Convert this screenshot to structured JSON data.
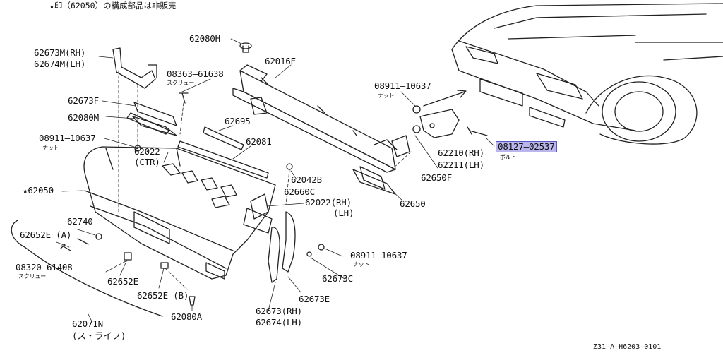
{
  "header_note": "★印（62050）の構成部品は非販売",
  "reference_code": "Z31–A–H6203–0101",
  "highlight_color": "#b8b6ec",
  "labels": {
    "p62673M": "62673M(RH)",
    "p62674M": "62674M(LH)",
    "p62080H": "62080H",
    "p62016E": "62016E",
    "p08363": "08363–61638",
    "p08363_sub": "スクリュー",
    "p62673F": "62673F",
    "p62080M": "62080M",
    "p08911a": "08911–10637",
    "p08911a_sub": "ナット",
    "p62695": "62695",
    "p62081": "62081",
    "p62022ctr": "62022",
    "p62022ctr2": "(CTR)",
    "p62050": "★62050",
    "p62042B": "62042B",
    "p62660C": "62660C",
    "p62022rh": "62022(RH)",
    "p62022lh": "(LH)",
    "p08911b": "08911–10637",
    "p08911b_sub": "ナット",
    "p62650F": "62650F",
    "p62650": "62650",
    "p62210": "62210(RH)",
    "p62211": "62211(LH)",
    "p08127": "08127–02537",
    "p08127_sub": "ボルト",
    "p62740": "62740",
    "p62652Ea": "62652E (A)",
    "p08320": "08320–61408",
    "p08320_sub": "スクリュー",
    "p62652E": "62652E",
    "p62652Eb": "62652E (B)",
    "p62080A": "62080A",
    "p62071N": "62071N",
    "p62071N_sub": "(ス・ライフ)",
    "p08911c": "08911–10637",
    "p08911c_sub": "ナット",
    "p62673C": "62673C",
    "p62673E": "62673E",
    "p62673rh": "62673(RH)",
    "p62674lh": "62674(LH)"
  }
}
